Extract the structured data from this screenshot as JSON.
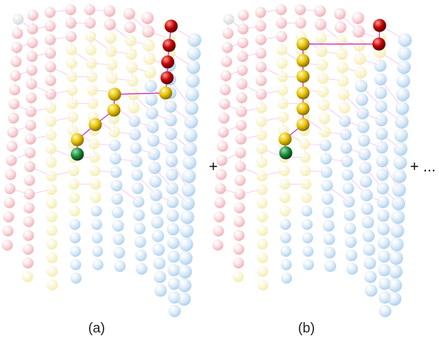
{
  "panels": [
    {
      "label": "(a)"
    },
    {
      "label": "(b)"
    }
  ],
  "operators": {
    "plus_between": "+",
    "plus_end": "+ ..."
  },
  "colors": {
    "background": "#ffffff",
    "red_region": "#f2b6bb",
    "yellow_region": "#f7f2b5",
    "blue_region": "#b6d7ef",
    "grey_node": "#e4e4e4",
    "path_node": "#e7c500",
    "end_node_red": "#c40000",
    "start_node_green": "#1a8a3a",
    "edge_light": "#f2a6ea",
    "edge_path": "#cc33cc"
  },
  "legend_semantics": {
    "node_colors": [
      "grey-node",
      "red-region-node",
      "yellow-region-node",
      "blue-region-node"
    ],
    "highlight": [
      "green-start-node",
      "yellow-path-node",
      "red-end-node"
    ]
  }
}
